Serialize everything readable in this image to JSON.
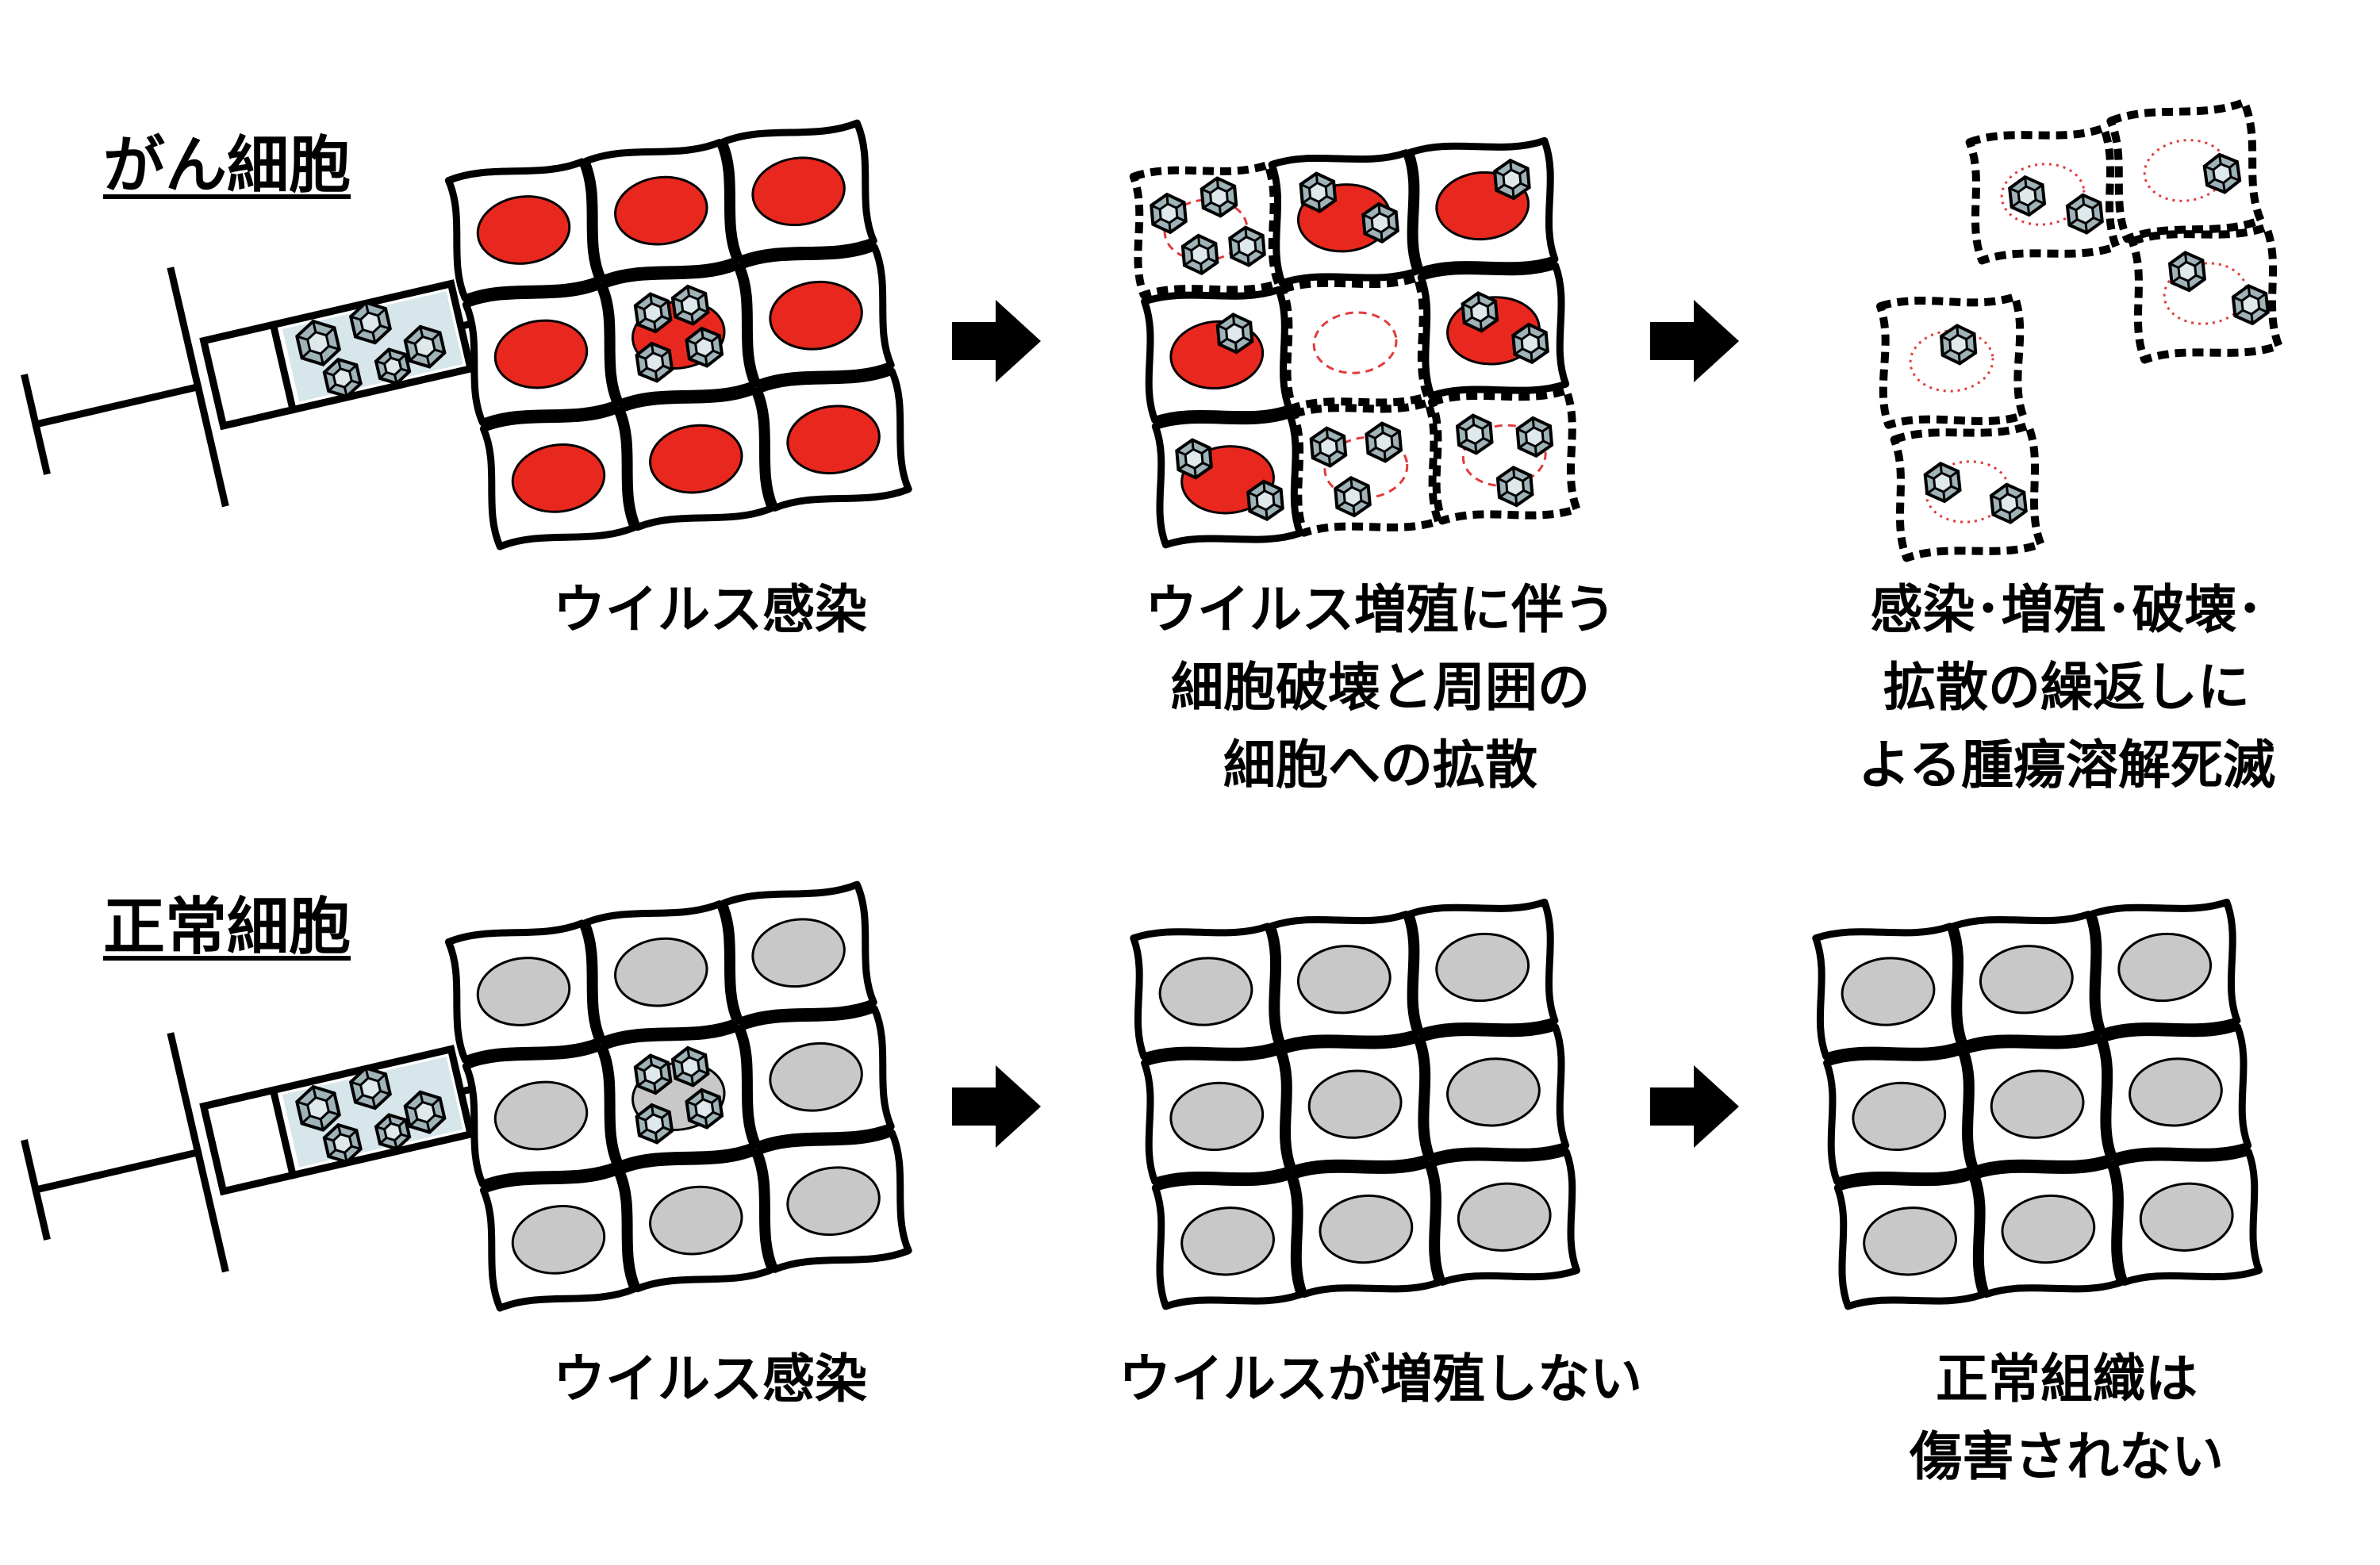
{
  "colors": {
    "cancer_nucleus": "#e8281e",
    "normal_nucleus": "#c8c8c8",
    "virus_fill": "#9fb3b8",
    "syringe_fluid": "#d6e6ea",
    "outline": "#000000",
    "dead_nucleus": "#e03c3c"
  },
  "rows": {
    "cancer": {
      "title": "がん細胞",
      "step1": {
        "caption": [
          "ウイルス感染"
        ]
      },
      "step2": {
        "caption": [
          "ウイルス増殖に伴う",
          "細胞破壊と周囲の",
          "細胞への拡散"
        ]
      },
      "step3": {
        "caption": [
          "感染･増殖･破壊･",
          "拡散の繰返しに",
          "よる腫瘍溶解死滅"
        ]
      }
    },
    "normal": {
      "title": "正常細胞",
      "step1": {
        "caption": [
          "ウイルス感染"
        ]
      },
      "step2": {
        "caption": [
          "ウイルスが増殖しない"
        ]
      },
      "step3": {
        "caption": [
          "正常組織は",
          "傷害されない"
        ]
      }
    }
  },
  "icons": {
    "syringe": "syringe-icon",
    "virus": "virus-icon",
    "arrow": "arrow-right-icon",
    "cell": "cell-icon"
  }
}
